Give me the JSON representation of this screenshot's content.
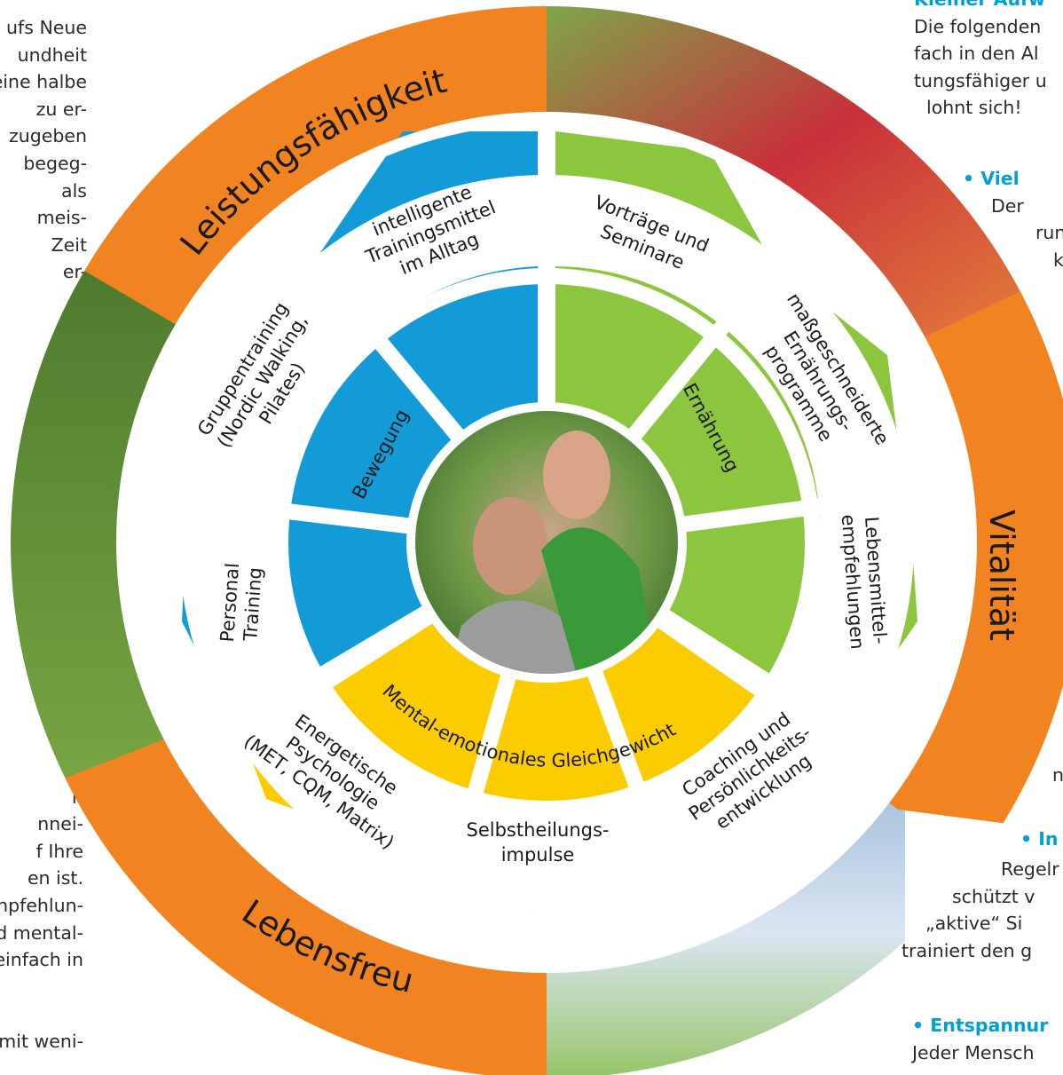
{
  "left_text_top": [
    "ufs Neue",
    "undheit",
    "eine halbe",
    "zu er-",
    "zugeben",
    "begeg-",
    "als",
    "meis-",
    "Zeit",
    "er-"
  ],
  "left_text_bottom": [
    "-",
    "n",
    "nnei-",
    "f Ihre",
    "en ist.",
    "npfehlun-",
    "nd mental-",
    "einfach in",
    "",
    "",
    "en mit weni-"
  ],
  "right_text": {
    "heading": "Kleiner Aufw",
    "lines_a": [
      "Die folgenden",
      "fach in den Al",
      "tungsfähiger u",
      "lohnt sich!"
    ],
    "bullet_1": "• Viel",
    "lines_b": [
      "Der",
      "run",
      "k"
    ],
    "frag_1": "n",
    "bullet_2": "• In",
    "lines_c": [
      "Regelr",
      "schützt v",
      "„aktive“ Si",
      "trainiert den g"
    ],
    "bullet_3": "• Entspannur",
    "frag_2": "Jeder Mensch"
  },
  "outer_ring": {
    "top_left": "Leistungsfähigkeit",
    "right": "Vitalität",
    "bottom_left": "Lebensfreude"
  },
  "inner_ring": {
    "bewegung": "Bewegung",
    "ernaehrung": "Ernährung",
    "mental": "Mental-emotionales Gleichgewicht"
  },
  "segments": {
    "trainingsmittel": [
      "intelligente",
      "Trainingsmittel",
      "im Alltag"
    ],
    "gruppentraining": [
      "Gruppentraining",
      "(Nordic Walking,",
      "Pilates)"
    ],
    "personal": [
      "Personal",
      "Training"
    ],
    "vortraege": [
      "Vorträge und",
      "Seminare"
    ],
    "programme": [
      "maßgeschneiderte",
      "Ernährungs-",
      "programme"
    ],
    "lebensmittel": [
      "Lebensmittel-",
      "empfehlungen"
    ],
    "energetische": [
      "Energetische",
      "Psychologie",
      "(MET, CQM, Matrix)"
    ],
    "selbstheilung": [
      "Selbstheilungs-",
      "impulse"
    ],
    "coaching": [
      "Coaching und",
      "Persönlichkeits-",
      "entwicklung"
    ]
  },
  "colors": {
    "orange": "#f18421",
    "blue": "#129bd7",
    "green": "#8cc63e",
    "yellow": "#fbcd00",
    "text": "#2b2b2b",
    "heading": "#00a0d6"
  }
}
